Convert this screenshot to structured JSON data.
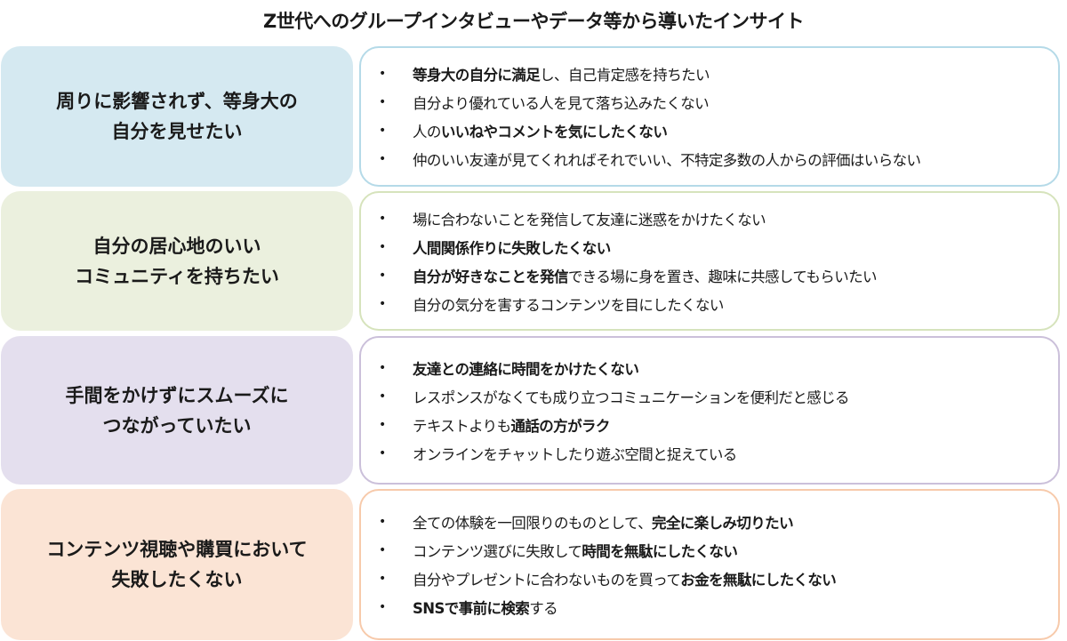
{
  "title": "Z世代へのグループインタビューやデータ等から導いたインサイト",
  "rows": [
    {
      "heading": [
        "周りに影響されず、等身大の",
        "自分を見せたい"
      ],
      "fill": "#d5e9f1",
      "border": "#b5dae8",
      "bullets": [
        [
          {
            "t": "等身大の自分に満足",
            "b": true
          },
          {
            "t": "し、自己肯定感を持ちたい",
            "b": false
          }
        ],
        [
          {
            "t": "自分より優れている人を見て落ち込みたくない",
            "b": false
          }
        ],
        [
          {
            "t": "人の",
            "b": false
          },
          {
            "t": "いいねやコメントを気にしたくない",
            "b": true
          }
        ],
        [
          {
            "t": "仲のいい友達が見てくれればそれでいい、不特定多数の人からの評価はいらない",
            "b": false
          }
        ]
      ]
    },
    {
      "heading": [
        "自分の居心地のいい",
        "コミュニティを持ちたい"
      ],
      "fill": "#ebf0de",
      "border": "#d6e3bc",
      "bullets": [
        [
          {
            "t": "場に合わないことを発信して友達に迷惑をかけたくない",
            "b": false
          }
        ],
        [
          {
            "t": "人間関係作りに失敗したくない",
            "b": true
          }
        ],
        [
          {
            "t": "自分が好きなことを発信",
            "b": true
          },
          {
            "t": "できる場に身を置き、趣味に共感してもらいたい",
            "b": false
          }
        ],
        [
          {
            "t": "自分の気分を害するコンテンツを目にしたくない",
            "b": false
          }
        ]
      ]
    },
    {
      "heading": [
        "手間をかけずにスムーズに",
        "つながっていたい"
      ],
      "fill": "#e4dfee",
      "border": "#cbc0da",
      "bullets": [
        [
          {
            "t": "友達との連絡に時間をかけたくない",
            "b": true
          }
        ],
        [
          {
            "t": "レスポンスがなくても成り立つコミュニケーションを便利だと感じる",
            "b": false
          }
        ],
        [
          {
            "t": "テキストよりも",
            "b": false
          },
          {
            "t": "通話の方がラク",
            "b": true
          }
        ],
        [
          {
            "t": "オンラインをチャットしたり遊ぶ空間と捉えている",
            "b": false
          }
        ]
      ]
    },
    {
      "heading": [
        "コンテンツ視聴や購買において",
        "失敗したくない"
      ],
      "fill": "#fbe4d5",
      "border": "#f7caab",
      "bullets": [
        [
          {
            "t": "全ての体験を一回限りのものとして、",
            "b": false
          },
          {
            "t": "完全に楽しみ切りたい",
            "b": true
          }
        ],
        [
          {
            "t": "コンテンツ選びに失敗して",
            "b": false
          },
          {
            "t": "時間を無駄にしたくない",
            "b": true
          }
        ],
        [
          {
            "t": "自分やプレゼントに合わないものを買って",
            "b": false
          },
          {
            "t": "お金を無駄にしたくない",
            "b": true
          }
        ],
        [
          {
            "t": "SNSで事前に検索",
            "b": true
          },
          {
            "t": "する",
            "b": false
          }
        ]
      ]
    }
  ]
}
